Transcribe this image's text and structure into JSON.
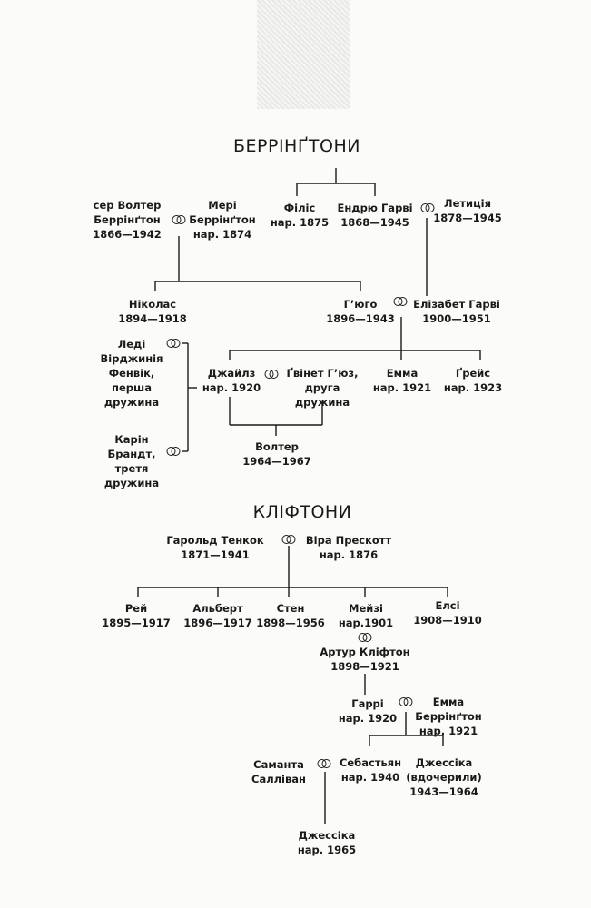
{
  "barrington": {
    "title": "БЕРРІНҐТОНИ",
    "walter": [
      "сер Волтер",
      "Беррінґтон",
      "1866—1942"
    ],
    "mary": [
      "Мері",
      "Беррінґтон",
      "нар. 1874"
    ],
    "phyllis": [
      "Філіс",
      "нар. 1875"
    ],
    "andrew": [
      "Ендрю Гарві",
      "1868—1945"
    ],
    "letitia": [
      "Летиція",
      "1878—1945"
    ],
    "nicholas": [
      "Ніколас",
      "1894—1918"
    ],
    "hugo": [
      "Г’юґо",
      "1896—1943"
    ],
    "elizabeth": [
      "Елізабет Гарві",
      "1900—1951"
    ],
    "virginia": [
      "Леді",
      "Вірджинія",
      "Фенвік,",
      "перша",
      "дружина"
    ],
    "karin": [
      "Карін",
      "Брандт,",
      "третя",
      "дружина"
    ],
    "giles": [
      "Джайлз",
      "нар. 1920"
    ],
    "gwyneth": [
      "Ґвінет Г’юз,",
      "друга",
      "дружина"
    ],
    "emma": [
      "Емма",
      "нар. 1921"
    ],
    "grace": [
      "Ґрейс",
      "нар. 1923"
    ],
    "walter2": [
      "Волтер",
      "1964—1967"
    ]
  },
  "clifton": {
    "title": "КЛІФТОНИ",
    "harold": [
      "Гарольд Тенкок",
      "1871—1941"
    ],
    "vera": [
      "Віра Прескотт",
      "нар. 1876"
    ],
    "ray": [
      "Рей",
      "1895—1917"
    ],
    "albert": [
      "Альберт",
      "1896—1917"
    ],
    "stan": [
      "Стен",
      "1898—1956"
    ],
    "maisie": [
      "Мейзі",
      "нар.1901"
    ],
    "elsie": [
      "Елсі",
      "1908—1910"
    ],
    "arthur": [
      "Артур Кліфтон",
      "1898—1921"
    ],
    "harry": [
      "Гаррі",
      "нар. 1920"
    ],
    "emma": [
      "Емма",
      "Беррінґтон",
      "нар. 1921"
    ],
    "samantha": [
      "Саманта",
      "Салліван"
    ],
    "sebastian": [
      "Себастьян",
      "нар. 1940"
    ],
    "jessica": [
      "Джессіка",
      "(вдочерили)",
      "1943—1964"
    ],
    "jessica2": [
      "Джессіка",
      "нар. 1965"
    ]
  }
}
